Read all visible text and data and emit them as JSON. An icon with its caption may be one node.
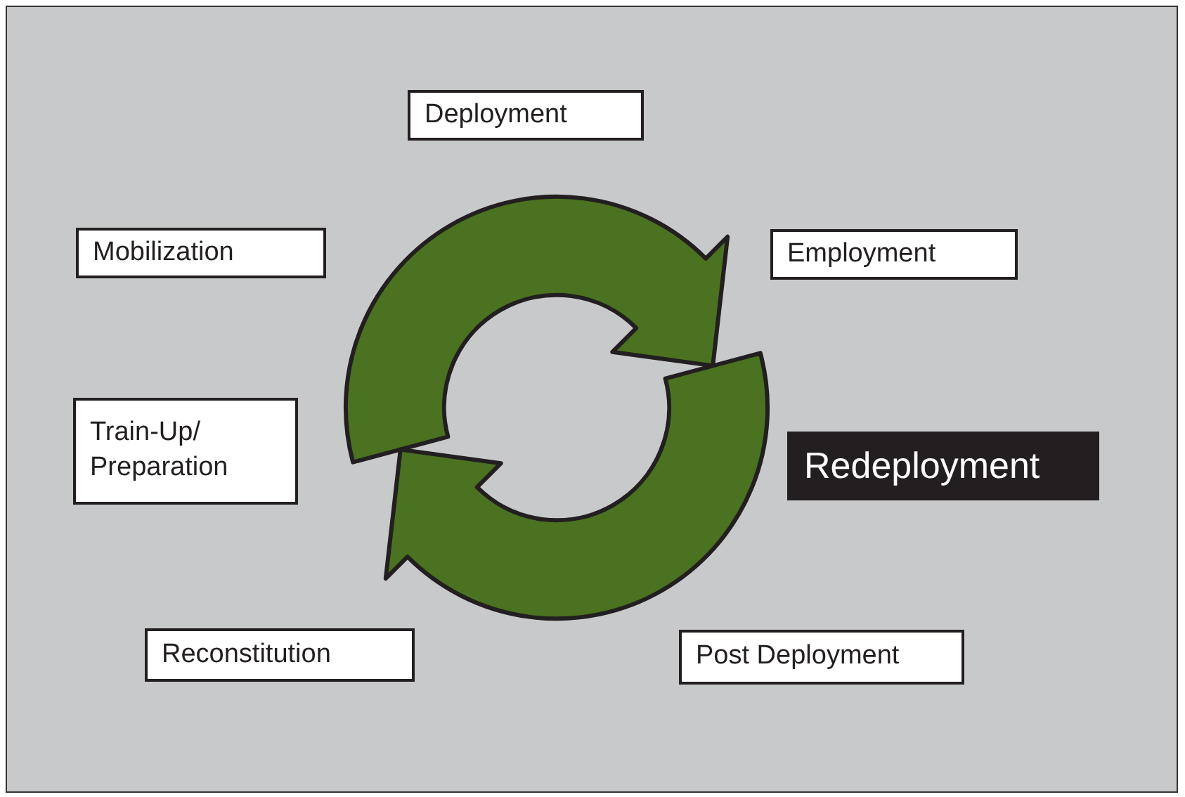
{
  "diagram": {
    "nodes": [
      {
        "text": [
          "Deployment"
        ]
      },
      {
        "text": [
          "Mobilization"
        ]
      },
      {
        "text": [
          "Employment"
        ]
      },
      {
        "text": [
          "Train-Up/ Preparation"
        ]
      },
      {
        "text": [
          "Redeployment"
        ]
      },
      {
        "text": [
          "Reconstitution"
        ]
      },
      {
        "text": [
          "Post Deployment"
        ]
      }
    ]
  }
}
